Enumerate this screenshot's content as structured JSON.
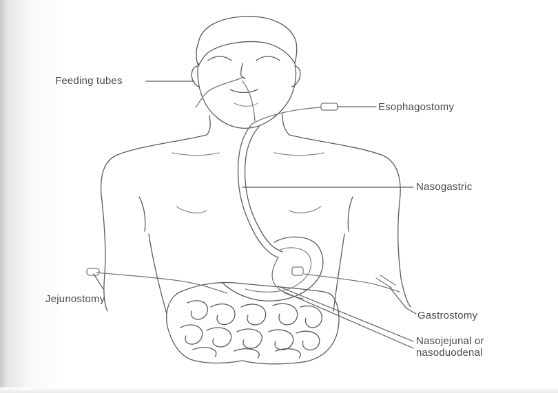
{
  "diagram": {
    "labels": {
      "feeding_tubes": "Feeding tubes",
      "esophagostomy": "Esophagostomy",
      "nasogastric": "Nasogastric",
      "jejunostomy": "Jejunostomy",
      "gastrostomy": "Gastrostomy",
      "nasojejunal_line1": "Nasojejunal or",
      "nasojejunal_line2": "nasoduodenal"
    },
    "colors": {
      "line": "#5a5a5a",
      "text": "#4a4a4a",
      "tube": "#777777",
      "left_edge_shade": "#c9c9c9"
    }
  }
}
